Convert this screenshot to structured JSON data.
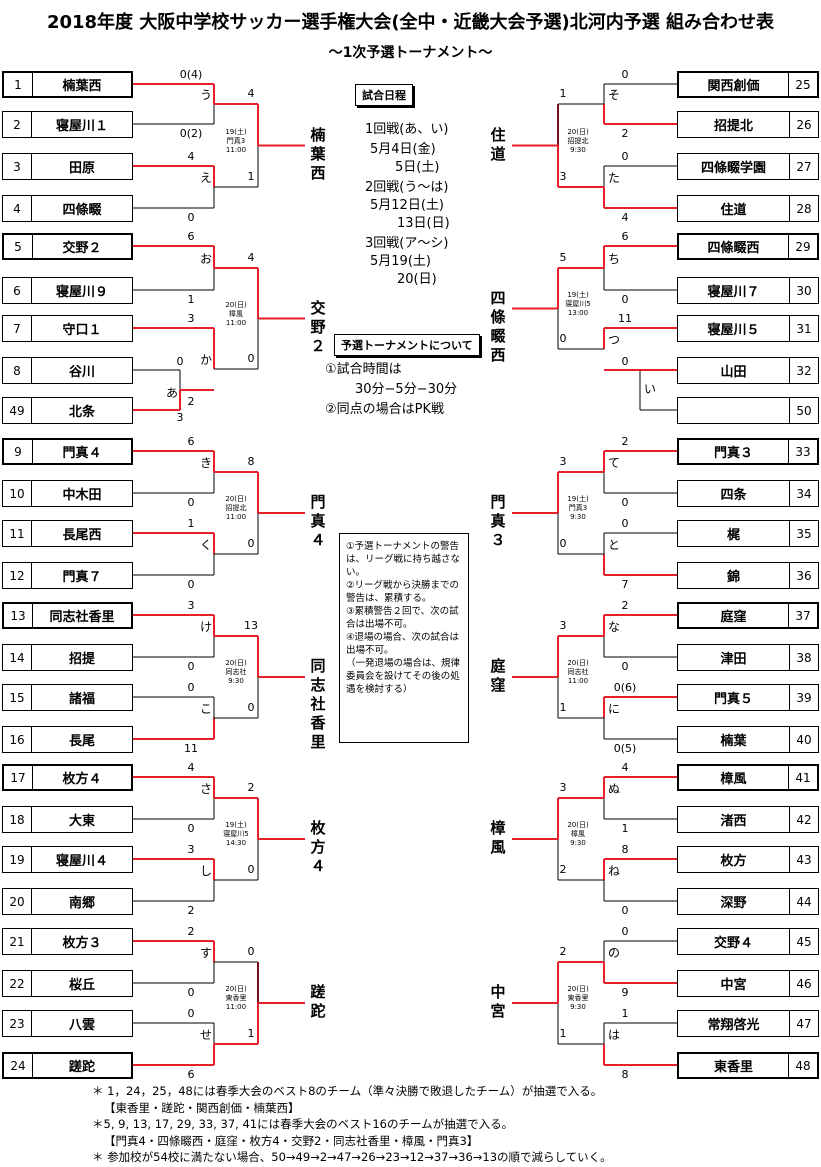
{
  "title": "2018年度 大阪中学校サッカー選手権大会(全中・近畿大会予選)北河内予選 組み合わせ表",
  "subtitle": "〜1次予選トーナメント〜",
  "left_teams": [
    {
      "num": "1",
      "name": "楠葉西",
      "bold": true
    },
    {
      "num": "2",
      "name": "寝屋川１",
      "bold": false
    },
    {
      "num": "3",
      "name": "田原",
      "bold": false
    },
    {
      "num": "4",
      "name": "四條畷",
      "bold": false
    },
    {
      "num": "5",
      "name": "交野２",
      "bold": true
    },
    {
      "num": "6",
      "name": "寝屋川９",
      "bold": false
    },
    {
      "num": "7",
      "name": "守口１",
      "bold": false
    },
    {
      "num": "8",
      "name": "谷川",
      "bold": false
    },
    {
      "num": "49",
      "name": "北条",
      "bold": false
    },
    {
      "num": "9",
      "name": "門真４",
      "bold": true
    },
    {
      "num": "10",
      "name": "中木田",
      "bold": false
    },
    {
      "num": "11",
      "name": "長尾西",
      "bold": false
    },
    {
      "num": "12",
      "name": "門真７",
      "bold": false
    },
    {
      "num": "13",
      "name": "同志社香里",
      "bold": true
    },
    {
      "num": "14",
      "name": "招提",
      "bold": false
    },
    {
      "num": "15",
      "name": "諸福",
      "bold": false
    },
    {
      "num": "16",
      "name": "長尾",
      "bold": false
    },
    {
      "num": "17",
      "name": "枚方４",
      "bold": true
    },
    {
      "num": "18",
      "name": "大東",
      "bold": false
    },
    {
      "num": "19",
      "name": "寝屋川４",
      "bold": false
    },
    {
      "num": "20",
      "name": "南郷",
      "bold": false
    },
    {
      "num": "21",
      "name": "枚方３",
      "bold": false
    },
    {
      "num": "22",
      "name": "桜丘",
      "bold": false
    },
    {
      "num": "23",
      "name": "八雲",
      "bold": false
    },
    {
      "num": "24",
      "name": "蹉跎",
      "bold": true
    }
  ],
  "right_teams": [
    {
      "num": "25",
      "name": "関西創価",
      "bold": true
    },
    {
      "num": "26",
      "name": "招提北",
      "bold": false
    },
    {
      "num": "27",
      "name": "四條畷学園",
      "bold": false
    },
    {
      "num": "28",
      "name": "住道",
      "bold": false
    },
    {
      "num": "29",
      "name": "四條畷西",
      "bold": true
    },
    {
      "num": "30",
      "name": "寝屋川７",
      "bold": false
    },
    {
      "num": "31",
      "name": "寝屋川５",
      "bold": false
    },
    {
      "num": "32",
      "name": "山田",
      "bold": false
    },
    {
      "num": "50",
      "name": "",
      "bold": false
    },
    {
      "num": "33",
      "name": "門真３",
      "bold": true
    },
    {
      "num": "34",
      "name": "四条",
      "bold": false
    },
    {
      "num": "35",
      "name": "梶",
      "bold": false
    },
    {
      "num": "36",
      "name": "錦",
      "bold": false
    },
    {
      "num": "37",
      "name": "庭窪",
      "bold": true
    },
    {
      "num": "38",
      "name": "津田",
      "bold": false
    },
    {
      "num": "39",
      "name": "門真５",
      "bold": false
    },
    {
      "num": "40",
      "name": "楠葉",
      "bold": false
    },
    {
      "num": "41",
      "name": "樟風",
      "bold": true
    },
    {
      "num": "42",
      "name": "渚西",
      "bold": false
    },
    {
      "num": "43",
      "name": "枚方",
      "bold": false
    },
    {
      "num": "44",
      "name": "深野",
      "bold": false
    },
    {
      "num": "45",
      "name": "交野４",
      "bold": false
    },
    {
      "num": "46",
      "name": "中宮",
      "bold": false
    },
    {
      "num": "47",
      "name": "常翔啓光",
      "bold": false
    },
    {
      "num": "48",
      "name": "東香里",
      "bold": true
    }
  ],
  "left_groups": [
    {
      "top": [
        84,
        "0(4)",
        124,
        "0(2)",
        "う"
      ],
      "bot": [
        166,
        "4",
        208,
        "0",
        "え"
      ],
      "r2": [
        "4",
        "1"
      ],
      "info": "19(土)\n門真3\n11:00",
      "winner": "楠\n葉\n西"
    },
    {
      "top": [
        246,
        "6",
        290,
        "1",
        "お"
      ],
      "bot": [
        328,
        "3",
        410,
        "2",
        "か"
      ],
      "r2": [
        "4",
        "0"
      ],
      "info": "20(日)\n樟風\n11:00",
      "winner": "交\n野\n２",
      "extra": {
        "label": "あ",
        "s1": "0",
        "s2": "3"
      }
    },
    {
      "top": [
        451,
        "6",
        493,
        "0",
        "き"
      ],
      "bot": [
        533,
        "1",
        575,
        "0",
        "く"
      ],
      "r2": [
        "8",
        "0"
      ],
      "info": "20(日)\n招提北\n11:00",
      "winner": "門\n真\n４"
    },
    {
      "top": [
        615,
        "3",
        657,
        "0",
        "け"
      ],
      "bot": [
        697,
        "0",
        739,
        "11",
        "こ"
      ],
      "r2": [
        "13",
        "0"
      ],
      "info": "20(日)\n同志社\n9:30",
      "winner": "同\n志\n社\n香\n里"
    },
    {
      "top": [
        777,
        "4",
        819,
        "0",
        "さ"
      ],
      "bot": [
        859,
        "3",
        901,
        "2",
        "し"
      ],
      "r2": [
        "2",
        "0"
      ],
      "info": "19(土)\n寝屋川5\n14:30",
      "winner": "枚\n方\n４"
    },
    {
      "top": [
        941,
        "2",
        983,
        "0",
        "す"
      ],
      "bot": [
        1023,
        "0",
        1065,
        "6",
        "せ"
      ],
      "r2": [
        "0",
        "1"
      ],
      "info": "20(日)\n東香里\n11:00",
      "winner": "蹉\n跎"
    }
  ],
  "right_groups": [
    {
      "top": [
        84,
        "0",
        124,
        "2",
        "そ"
      ],
      "bot": [
        166,
        "0",
        208,
        "4",
        "た"
      ],
      "r2": [
        "1",
        "3"
      ],
      "info": "20(日)\n招提北\n9:30",
      "winner": "住\n道"
    },
    {
      "top": [
        246,
        "6",
        290,
        "0",
        "ち"
      ],
      "bot": [
        328,
        "11",
        370,
        "0",
        "つ"
      ],
      "r2": [
        "5",
        "0"
      ],
      "info": "19(土)\n寝屋川5\n13:00",
      "winner": "四\n條\n畷\n西",
      "extra": {
        "label": "い"
      }
    },
    {
      "top": [
        451,
        "2",
        493,
        "0",
        "て"
      ],
      "bot": [
        533,
        "0",
        575,
        "7",
        "と"
      ],
      "r2": [
        "3",
        "0"
      ],
      "info": "19(土)\n門真3\n9:30",
      "winner": "門\n真\n３"
    },
    {
      "top": [
        615,
        "2",
        657,
        "0",
        "な"
      ],
      "bot": [
        697,
        "0(6)",
        739,
        "0(5)",
        "に"
      ],
      "r2": [
        "3",
        "1"
      ],
      "info": "20(日)\n同志社\n11:00",
      "winner": "庭\n窪"
    },
    {
      "top": [
        777,
        "4",
        819,
        "1",
        "ぬ"
      ],
      "bot": [
        859,
        "8",
        901,
        "0",
        "ね"
      ],
      "r2": [
        "3",
        "2"
      ],
      "info": "20(日)\n樟風\n9:30",
      "winner": "樟\n風"
    },
    {
      "top": [
        941,
        "0",
        983,
        "9",
        "の"
      ],
      "bot": [
        1023,
        "1",
        1065,
        "8",
        "は"
      ],
      "r2": [
        "2",
        "1"
      ],
      "info": "20(日)\n東香里\n9:30",
      "winner": "中\n宮"
    }
  ],
  "schedule": {
    "label": "試合日程",
    "lines": [
      "1回戦(あ、い)",
      "5月4日(金)",
      "5日(土)",
      "2回戦(う〜は)",
      "5月12日(土)",
      "13日(日)",
      "3回戦(ア〜シ)",
      "5月19(土)",
      "20(日)"
    ]
  },
  "about": {
    "label": "予選トーナメントについて",
    "lines": [
      "①試合時間は",
      "30分−5分−30分",
      "②同点の場合はPK戦"
    ]
  },
  "rules": [
    "①予選トーナメントの警告は、リーグ戦に持ち越さない。",
    "②リーグ戦から決勝までの警告は、累積する。",
    "③累積警告２回で、次の試合は出場不可。",
    "④退場の場合、次の試合は出場不可。",
    "（一発退場の場合は、規律委員会を設けてその後の処遇を検討する）"
  ],
  "footnotes": [
    "＊ 1，24，25，48には春季大会のベスト8のチーム（準々決勝で敗退したチーム）が抽選で入る。",
    "【東香里・蹉跎・関西創価・楠葉西】",
    "＊5, 9, 13, 17, 29, 33, 37, 41には春季大会のベスト16のチームが抽選で入る。",
    "【門真4・四條畷西・庭窪・枚方4・交野2・同志社香里・樟風・門真3】",
    "＊ 参加校が54校に満たない場合、50→49→2→47→26→23→12→37→36→13の順で減らしていく。"
  ],
  "colors": {
    "win_line": "#e8202a",
    "line": "#000000"
  }
}
